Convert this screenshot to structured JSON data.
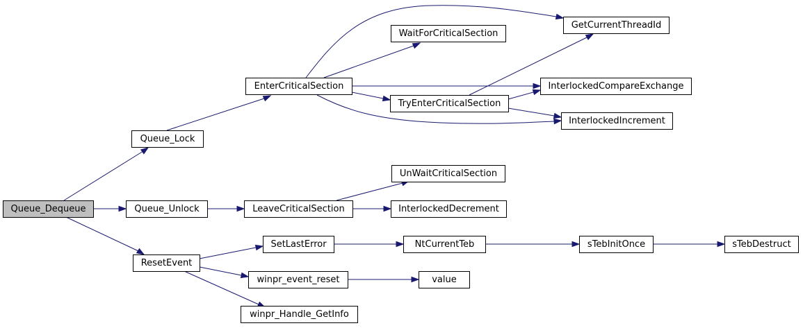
{
  "diagram": {
    "type": "call-graph",
    "nodes": [
      {
        "id": "queue_dequeue",
        "label": "Queue_Dequeue",
        "root": true
      },
      {
        "id": "queue_lock",
        "label": "Queue_Lock"
      },
      {
        "id": "queue_unlock",
        "label": "Queue_Unlock"
      },
      {
        "id": "reset_event",
        "label": "ResetEvent"
      },
      {
        "id": "enter_cs",
        "label": "EnterCriticalSection"
      },
      {
        "id": "leave_cs",
        "label": "LeaveCriticalSection"
      },
      {
        "id": "set_last_error",
        "label": "SetLastError"
      },
      {
        "id": "winpr_event_reset",
        "label": "winpr_event_reset"
      },
      {
        "id": "winpr_handle_getinfo",
        "label": "winpr_Handle_GetInfo"
      },
      {
        "id": "wait_for_cs",
        "label": "WaitForCriticalSection"
      },
      {
        "id": "try_enter_cs",
        "label": "TryEnterCriticalSection"
      },
      {
        "id": "unwait_cs",
        "label": "UnWaitCriticalSection"
      },
      {
        "id": "interlocked_decrement",
        "label": "InterlockedDecrement"
      },
      {
        "id": "nt_current_teb",
        "label": "NtCurrentTeb"
      },
      {
        "id": "value",
        "label": "value"
      },
      {
        "id": "get_current_thread_id",
        "label": "GetCurrentThreadId"
      },
      {
        "id": "interlocked_compare_exchange",
        "label": "InterlockedCompareExchange"
      },
      {
        "id": "interlocked_increment",
        "label": "InterlockedIncrement"
      },
      {
        "id": "steb_init_once",
        "label": "sTebInitOnce"
      },
      {
        "id": "steb_destruct",
        "label": "sTebDestruct"
      }
    ],
    "edges": [
      {
        "from": "queue_dequeue",
        "to": "queue_lock"
      },
      {
        "from": "queue_dequeue",
        "to": "queue_unlock"
      },
      {
        "from": "queue_dequeue",
        "to": "reset_event"
      },
      {
        "from": "queue_lock",
        "to": "enter_cs"
      },
      {
        "from": "enter_cs",
        "to": "get_current_thread_id"
      },
      {
        "from": "enter_cs",
        "to": "wait_for_cs"
      },
      {
        "from": "enter_cs",
        "to": "interlocked_compare_exchange"
      },
      {
        "from": "enter_cs",
        "to": "try_enter_cs"
      },
      {
        "from": "enter_cs",
        "to": "interlocked_increment"
      },
      {
        "from": "try_enter_cs",
        "to": "get_current_thread_id"
      },
      {
        "from": "try_enter_cs",
        "to": "interlocked_compare_exchange"
      },
      {
        "from": "try_enter_cs",
        "to": "interlocked_increment"
      },
      {
        "from": "queue_unlock",
        "to": "leave_cs"
      },
      {
        "from": "leave_cs",
        "to": "unwait_cs"
      },
      {
        "from": "leave_cs",
        "to": "interlocked_decrement"
      },
      {
        "from": "reset_event",
        "to": "set_last_error"
      },
      {
        "from": "reset_event",
        "to": "winpr_event_reset"
      },
      {
        "from": "reset_event",
        "to": "winpr_handle_getinfo"
      },
      {
        "from": "set_last_error",
        "to": "nt_current_teb"
      },
      {
        "from": "nt_current_teb",
        "to": "steb_init_once"
      },
      {
        "from": "steb_init_once",
        "to": "steb_destruct"
      },
      {
        "from": "winpr_event_reset",
        "to": "value"
      }
    ]
  }
}
